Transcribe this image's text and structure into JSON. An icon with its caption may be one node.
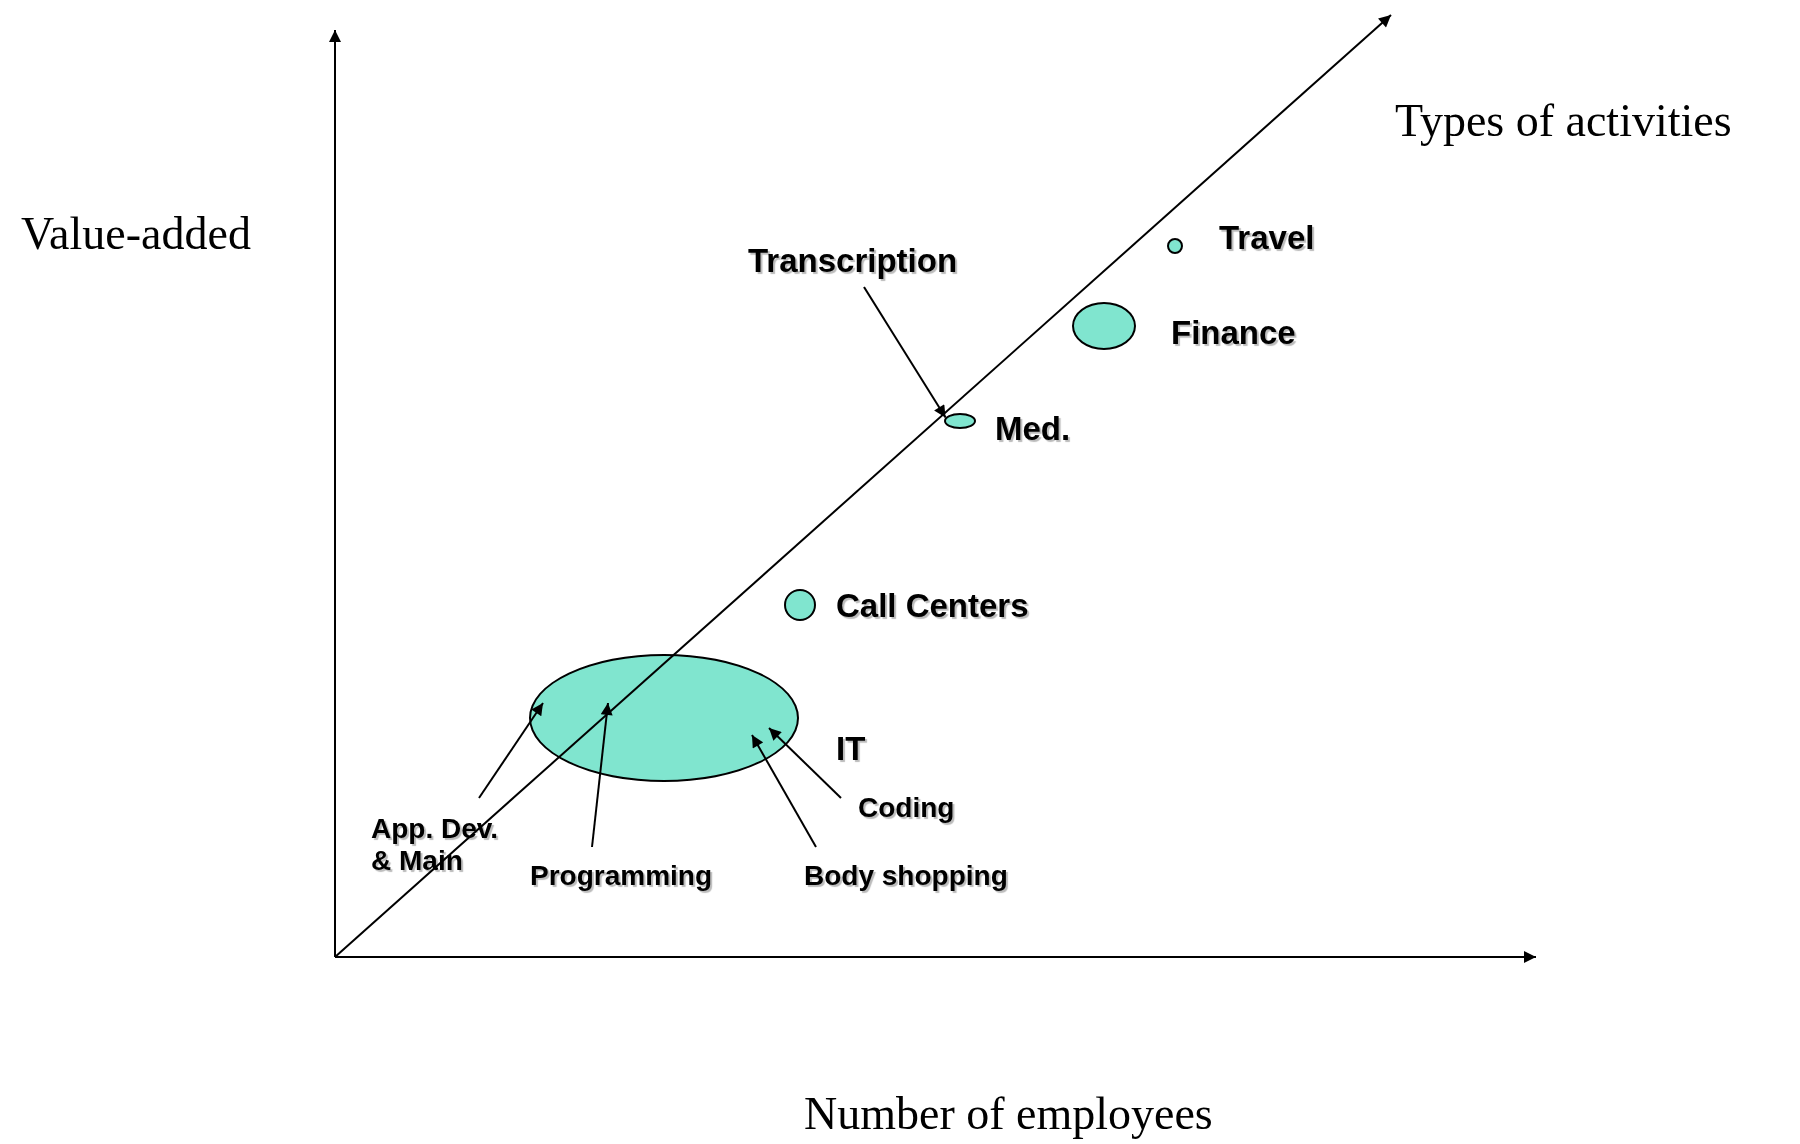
{
  "diagram": {
    "nodes": [
      {
        "text": [],
        "shape": "circle",
        "beside": [
          "Travel"
        ]
      },
      {
        "text": [
          "Transcription"
        ]
      },
      {
        "text": [],
        "shape": "circle",
        "beside": [
          "Finance"
        ]
      },
      {
        "text": [],
        "shape": "circle",
        "beside": [
          "Med."
        ]
      },
      {
        "text": [],
        "shape": "circle",
        "beside": [
          "Call Centers"
        ]
      },
      {
        "text": [],
        "shape": "circle",
        "beside": [
          "IT"
        ]
      },
      {
        "text": [
          "Coding"
        ]
      },
      {
        "text": [
          "App. Dev. & Main"
        ]
      },
      {
        "text": [
          "Programming"
        ]
      },
      {
        "text": [
          "Body shopping"
        ]
      }
    ],
    "edges": [
      {
        "from": 1,
        "to": 3,
        "arrow": "to"
      },
      {
        "from": 7,
        "to": 5,
        "arrow": "to"
      },
      {
        "from": 8,
        "to": 5,
        "arrow": "to"
      },
      {
        "from": 9,
        "to": 5,
        "arrow": "to"
      },
      {
        "from": 6,
        "to": 5,
        "arrow": "to"
      }
    ],
    "labels": [
      "Types of activities",
      "Value-added",
      "Number of employees"
    ]
  }
}
